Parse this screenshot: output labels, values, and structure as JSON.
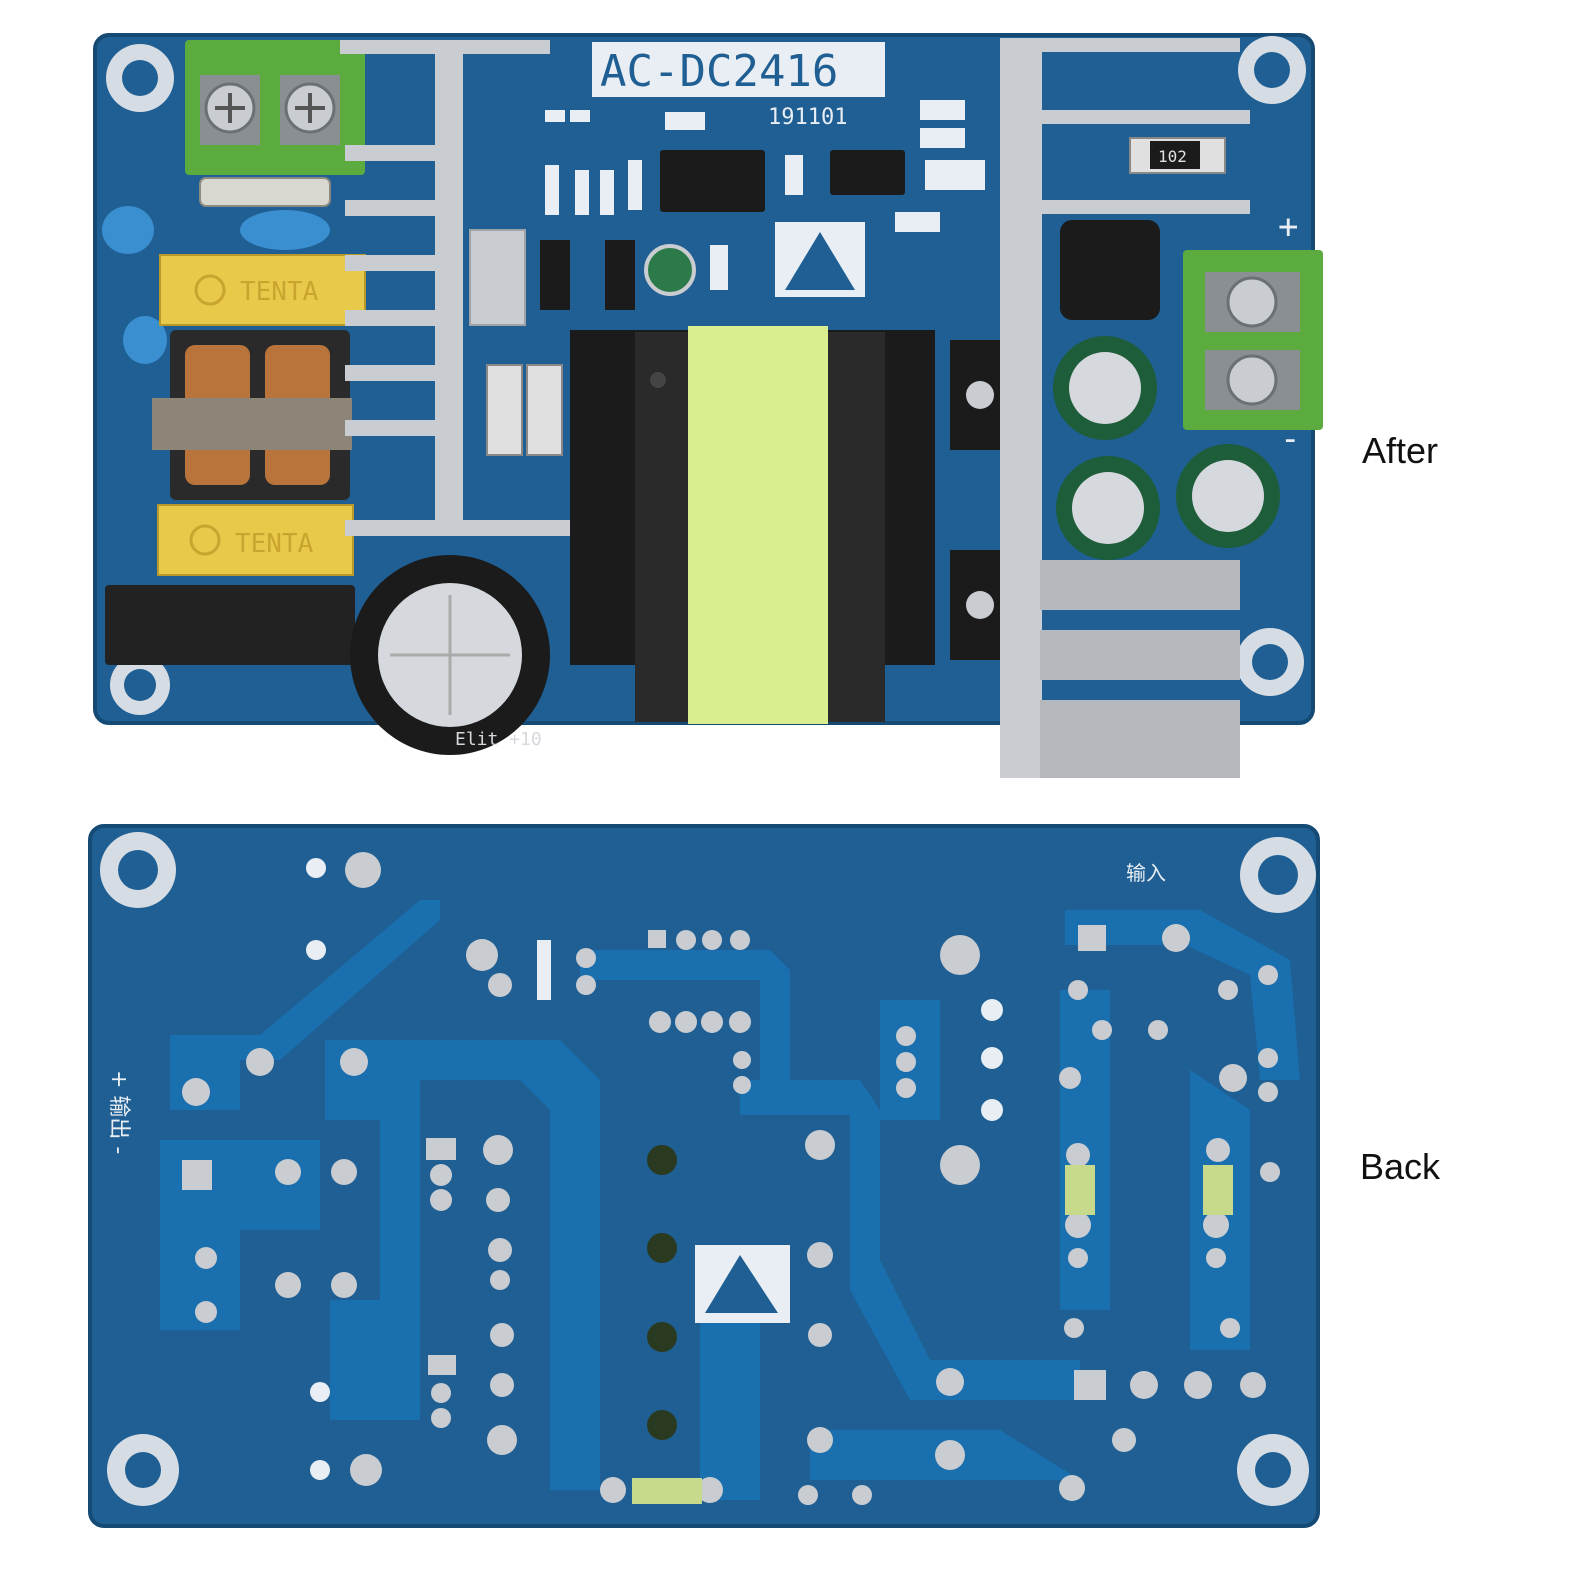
{
  "labels": {
    "after": "After",
    "back": "Back"
  },
  "front_board": {
    "model_label": "AC-DC2416",
    "date_code": "191101",
    "capacitor_brand": "TENTA",
    "resistor_code": "102",
    "plus_mark": "+",
    "minus_mark": "-",
    "cap_marking": "Elit +10"
  },
  "back_board": {
    "input_label": "输入",
    "output_label": "+ 输出 -"
  },
  "colors": {
    "pcb": "#1f5f93",
    "pcb_dark": "#174d7b",
    "trace": "#1a6fae",
    "terminal_green": "#5bab3f",
    "heatsink": "#c9ccd0",
    "xcap_yellow": "#e8c94a",
    "transformer_tape": "#d9ee8e"
  }
}
